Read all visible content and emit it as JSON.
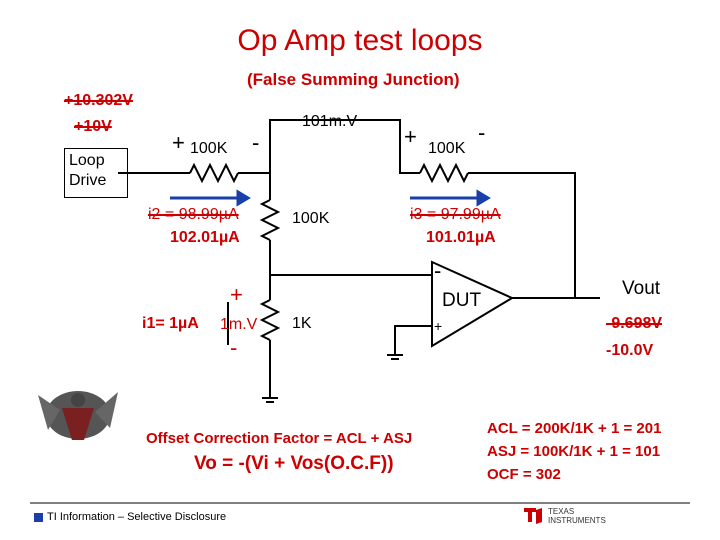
{
  "title": "Op Amp test loops",
  "subtitle": "(False Summing Junction)",
  "left_voltage_old": "+10.302V",
  "left_voltage_new": "+10V",
  "loop_drive": "Loop Drive",
  "resistor_input": "100K",
  "resistor_feedback": "100K",
  "resistor_middle": "100K",
  "resistor_bottom": "1K",
  "node_voltage": "101m.V",
  "plus_sign": "+",
  "minus_sign": "-",
  "i2_old": "i2 = 98.99µA",
  "i2_new": "102.01µA",
  "i3_old": "i3 = 97.99µA",
  "i3_new": "101.01µA",
  "i1_label": "i1= 1µA",
  "vos_label": "1m.V",
  "dut_label": "DUT",
  "vout_label": "Vout",
  "vout_old": "-9.698V",
  "vout_new": "-10.0V",
  "ocf_text": "Offset Correction Factor = ACL + ASJ",
  "vo_formula": "Vo = -(Vi + Vos(O.C.F))",
  "acl_eq": "ACL = 200K/1K + 1 = 201",
  "asj_eq": "ASJ = 100K/1K + 1 = 101",
  "ocf_eq": "OCF = 302",
  "footer": "TI Information – Selective Disclosure",
  "ti_brand": "TEXAS INSTRUMENTS",
  "colors": {
    "title_red": "#cc0000",
    "arrow_blue": "#1a3fa8"
  },
  "icons": [
    "gargoyle-image",
    "ti-logo-icon"
  ]
}
